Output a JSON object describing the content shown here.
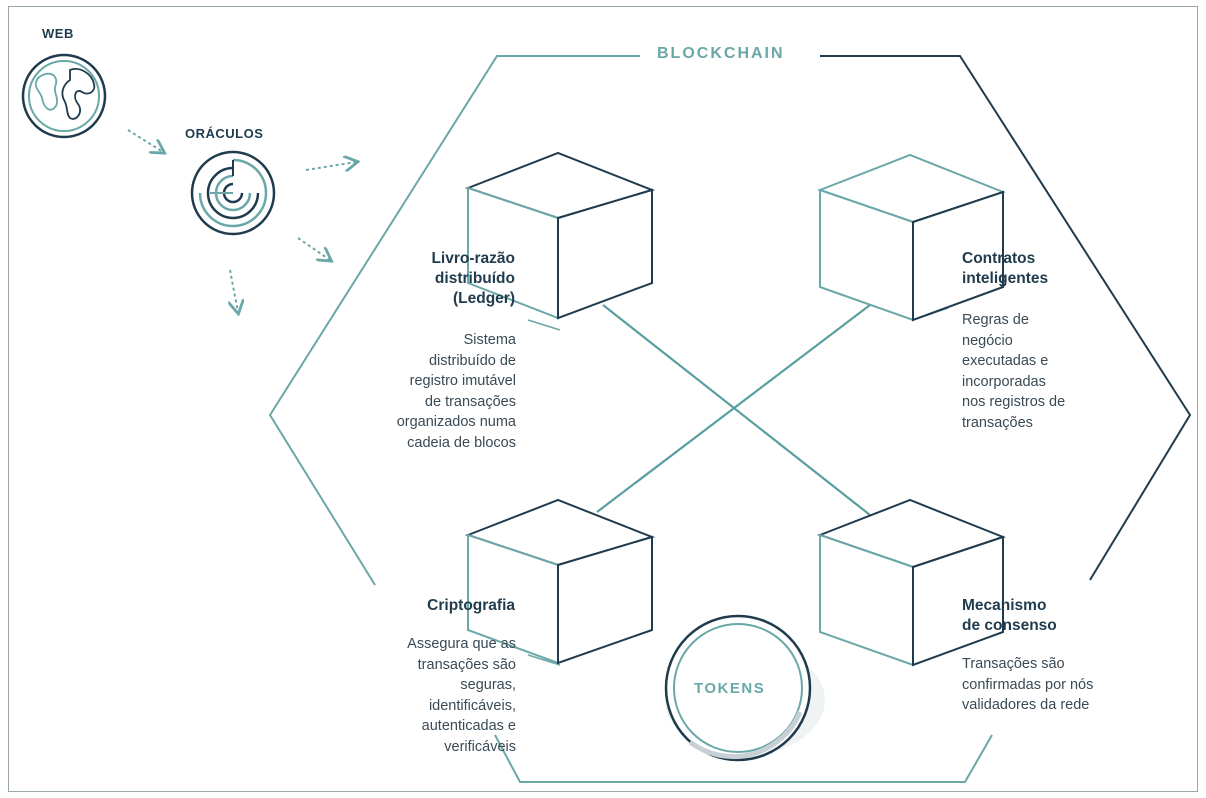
{
  "labels": {
    "web": "WEB",
    "oracles": "ORÁCULOS",
    "blockchain": "BLOCKCHAIN",
    "tokens": "TOKENS"
  },
  "components": {
    "ledger": {
      "title": "Livro-razão\ndistribuído\n(Ledger)",
      "description": "Sistema\ndistribuído de\nregistro imutável\nde transações\norganizados numa\ncadeia de blocos"
    },
    "smart_contracts": {
      "title": "Contratos\ninteligentes",
      "description": "Regras de\nnegócio\nexecutadas e\nincorporadas\nnos registros de\ntransações"
    },
    "cryptography": {
      "title": "Criptografia",
      "description": "Assegura que as\ntransações são\nseguras,\nidentificáveis,\nautenticadas e\nverificáveis"
    },
    "consensus": {
      "title": "Mecanismo\nde consenso",
      "description": "Transações são\nconfirmadas por nós\nvalidadores da rede"
    }
  },
  "icons": {
    "web": "globe-icon",
    "oracles": "maze-icon"
  },
  "colors": {
    "dark": "#1f3b4d",
    "teal": "#6aa7a7",
    "teal_light": "#8fc0bf"
  }
}
